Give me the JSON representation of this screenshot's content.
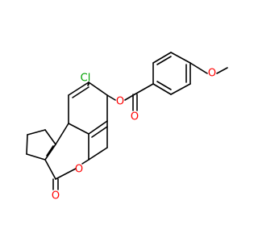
{
  "colors": {
    "carbon_bond": "#000000",
    "oxygen": "#ff0000",
    "chlorine": "#00a000",
    "background": "#ffffff"
  },
  "atoms": {
    "cl": "Cl",
    "o_ester": "O",
    "o_carbonyl_ester": "O",
    "o_methoxy": "O",
    "o_ring": "O",
    "o_lactone_carbonyl": "O"
  }
}
